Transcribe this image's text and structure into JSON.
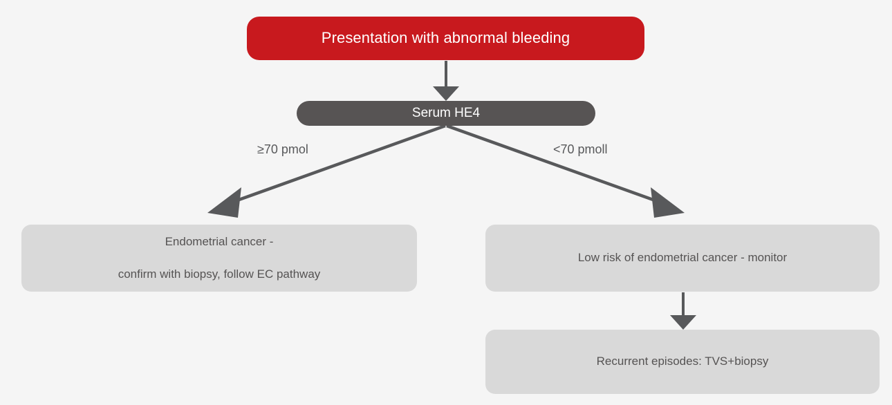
{
  "diagram": {
    "title": "Serum HE4 abnormal bleeding pathway",
    "background_color": "#f5f5f5",
    "colors": {
      "root_fill": "#c8191e",
      "root_text": "#ffffff",
      "test_fill": "#575454",
      "test_text": "#ffffff",
      "outcome_fill": "#d9d9d9",
      "outcome_text": "#555353",
      "connector": "#58595b",
      "edge_label_text": "#58595b"
    },
    "nodes": {
      "root": {
        "label": "Presentation with abnormal bleeding"
      },
      "test": {
        "label": "Serum HE4"
      },
      "left_outcome": {
        "line1": "Endometrial cancer -",
        "line2": "confirm with biopsy, follow EC pathway"
      },
      "right_outcome": {
        "label": "Low risk of endometrial cancer - monitor"
      },
      "recurrent": {
        "label": "Recurrent episodes: TVS+biopsy"
      }
    },
    "edges": {
      "high_label": "≥70 pmol",
      "low_label": "<70 pmoll"
    }
  }
}
